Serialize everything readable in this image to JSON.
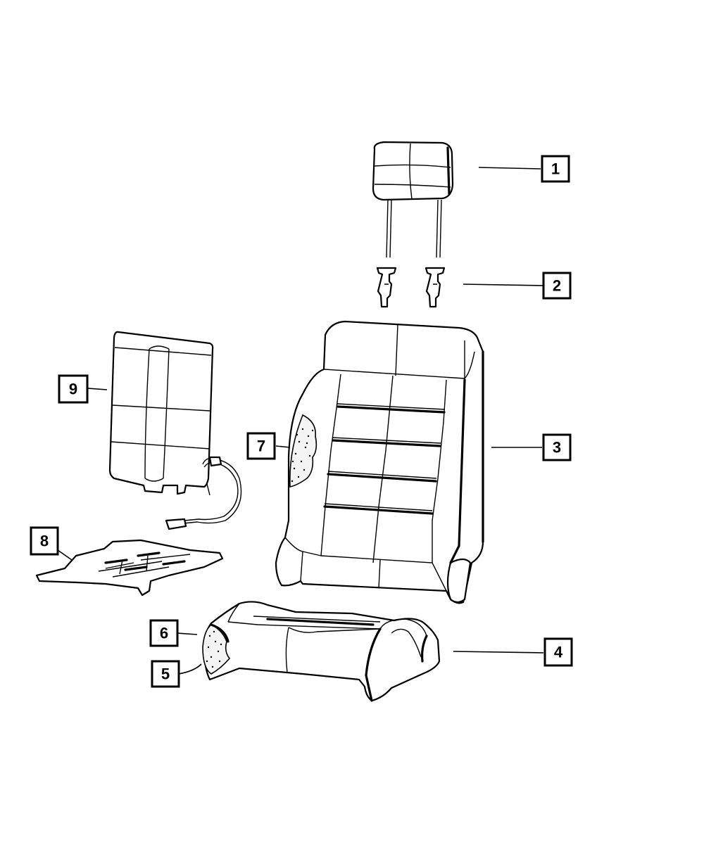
{
  "diagram": {
    "callouts": [
      {
        "id": "1",
        "label": "1",
        "part": "headrest"
      },
      {
        "id": "2",
        "label": "2",
        "part": "headrest-guide-sleeves"
      },
      {
        "id": "3",
        "label": "3",
        "part": "seat-back-cover"
      },
      {
        "id": "4",
        "label": "4",
        "part": "seat-cushion-cover"
      },
      {
        "id": "5",
        "label": "5",
        "part": "seat-cushion-foam"
      },
      {
        "id": "6",
        "label": "6",
        "part": "seat-cushion-heater"
      },
      {
        "id": "7",
        "label": "7",
        "part": "seat-back-foam"
      },
      {
        "id": "8",
        "label": "8",
        "part": "cushion-heater-element"
      },
      {
        "id": "9",
        "label": "9",
        "part": "seat-back-heater-element"
      }
    ],
    "line_color": "#000000",
    "background": "#ffffff"
  }
}
